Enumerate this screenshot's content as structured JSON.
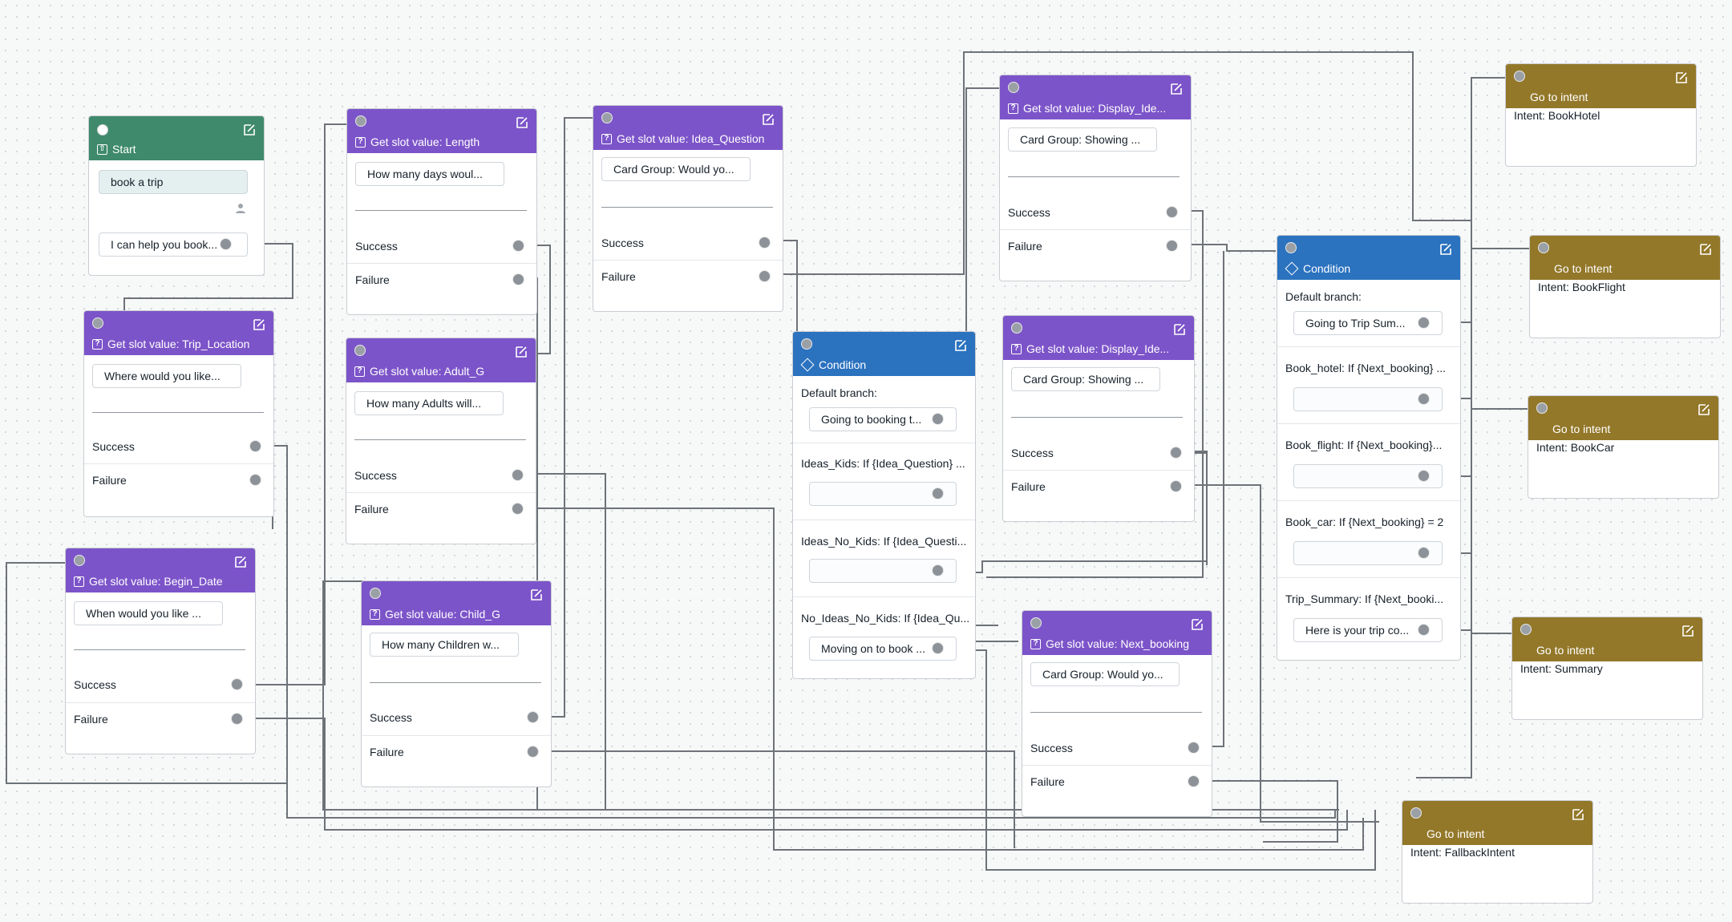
{
  "colors": {
    "slot_header": "#7c54c9",
    "condition_header": "#2b72bf",
    "start_header": "#3f8a6d",
    "intent_header": "#93782a",
    "wire": "#6d7378",
    "port": "#8c9298"
  },
  "start": {
    "title": "Start",
    "utterance": "book a trip",
    "response": "I can help you book..."
  },
  "slot_nodes": {
    "trip_location": {
      "title": "Get slot value: Trip_Location",
      "prompt": "Where would you like...",
      "success": "Success",
      "failure": "Failure"
    },
    "begin_date": {
      "title": "Get slot value: Begin_Date",
      "prompt": "When would you like ...",
      "success": "Success",
      "failure": "Failure"
    },
    "length": {
      "title": "Get slot value: Length",
      "prompt": "How many days woul...",
      "success": "Success",
      "failure": "Failure"
    },
    "adult_g": {
      "title": "Get slot value: Adult_G",
      "prompt": "How many Adults will...",
      "success": "Success",
      "failure": "Failure"
    },
    "child_g": {
      "title": "Get slot value: Child_G",
      "prompt": "How many Children w...",
      "success": "Success",
      "failure": "Failure"
    },
    "idea_question": {
      "title": "Get slot value: Idea_Question",
      "prompt": "Card Group: Would yo...",
      "success": "Success",
      "failure": "Failure"
    },
    "display_ideas_1": {
      "title": "Get slot value: Display_Ide...",
      "prompt": "Card Group: Showing ...",
      "success": "Success",
      "failure": "Failure"
    },
    "display_ideas_2": {
      "title": "Get slot value: Display_Ide...",
      "prompt": "Card Group: Showing ...",
      "success": "Success",
      "failure": "Failure"
    },
    "next_booking": {
      "title": "Get slot value: Next_booking",
      "prompt": "Card Group: Would yo...",
      "success": "Success",
      "failure": "Failure"
    }
  },
  "condition_1": {
    "title": "Condition",
    "default_label": "Default branch:",
    "default_prompt": "Going to booking t...",
    "branches": [
      {
        "label": "Ideas_Kids: If {Idea_Question} ...",
        "prompt": ""
      },
      {
        "label": "Ideas_No_Kids: If {Idea_Questi...",
        "prompt": ""
      },
      {
        "label": "No_Ideas_No_Kids: If {Idea_Qu...",
        "prompt": "Moving on to book ..."
      }
    ]
  },
  "condition_2": {
    "title": "Condition",
    "default_label": "Default branch:",
    "default_prompt": "Going to Trip Sum...",
    "branches": [
      {
        "label": "Book_hotel: If {Next_booking} ...",
        "prompt": ""
      },
      {
        "label": "Book_flight: If {Next_booking}...",
        "prompt": ""
      },
      {
        "label": "Book_car: If {Next_booking} = 2",
        "prompt": ""
      },
      {
        "label": "Trip_Summary: If {Next_booki...",
        "prompt": "Here is your trip co..."
      }
    ]
  },
  "intent_nodes": {
    "book_hotel": {
      "title": "Go to intent",
      "intent": "Intent: BookHotel"
    },
    "book_flight": {
      "title": "Go to intent",
      "intent": "Intent: BookFlight"
    },
    "book_car": {
      "title": "Go to intent",
      "intent": "Intent: BookCar"
    },
    "summary": {
      "title": "Go to intent",
      "intent": "Intent: Summary"
    },
    "fallback": {
      "title": "Go to intent",
      "intent": "Intent: FallbackIntent"
    }
  }
}
